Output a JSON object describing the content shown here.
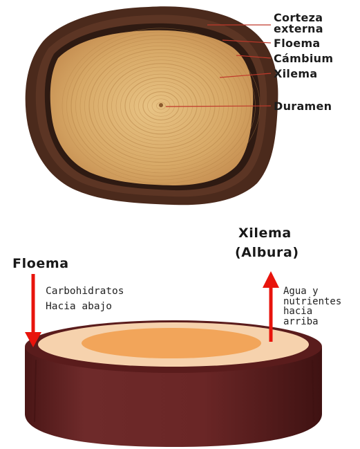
{
  "cross_section": {
    "labels": {
      "corteza_externa_l1": "Corteza",
      "corteza_externa_l2": "externa",
      "floema": "Floema",
      "cambium": "Cámbium",
      "xilema": "Xilema",
      "duramen": "Duramen"
    },
    "colors": {
      "bark": "#4b2a1c",
      "wood": "#dcae6c",
      "ring": "#b88548",
      "pointer": "#c0392b"
    }
  },
  "flow_diagram": {
    "floema_label": "Floema",
    "xilema_label_l1": "Xilema",
    "xilema_label_l2": "(Albura)",
    "floema_note": [
      "Carbohidratos",
      "Hacia abajo"
    ],
    "xilema_note": [
      "Agua y",
      "nutrientes",
      "hacia",
      "arriba"
    ],
    "colors": {
      "arrow": "#e8140c",
      "bark_side": "#6b2424",
      "bark_top": "#5a1c1c",
      "sapwood": "#f6d2ad",
      "heartwood": "#f2a55a"
    }
  }
}
